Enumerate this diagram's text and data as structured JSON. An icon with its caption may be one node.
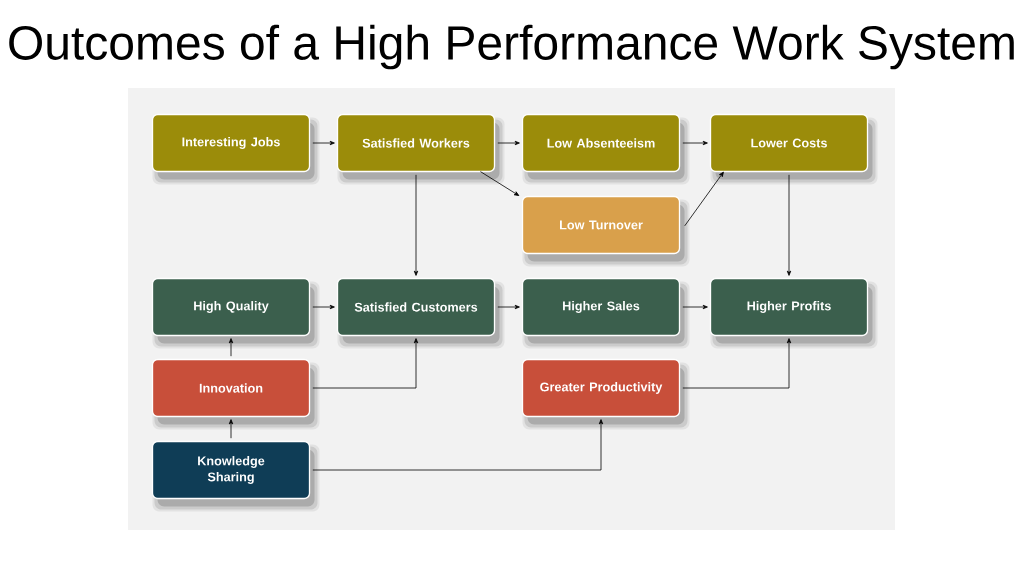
{
  "diagram": {
    "title": "Outcomes of a High Performance Work System",
    "nodes": [
      {
        "text": [
          "Interesting Jobs"
        ]
      },
      {
        "text": [
          "Satisfied Workers"
        ]
      },
      {
        "text": [
          "Low Absenteeism"
        ]
      },
      {
        "text": [
          "Lower Costs"
        ]
      },
      {
        "text": [
          "Low Turnover"
        ]
      },
      {
        "text": [
          "High Quality"
        ]
      },
      {
        "text": [
          "Satisfied Customers"
        ]
      },
      {
        "text": [
          "Higher Sales"
        ]
      },
      {
        "text": [
          "Higher Profits"
        ]
      },
      {
        "text": [
          "Innovation"
        ]
      },
      {
        "text": [
          "Greater Productivity"
        ]
      },
      {
        "text": [
          "Knowledge Sharing"
        ]
      }
    ],
    "edges": [
      {
        "from": 0,
        "to": 1,
        "arrow": "to"
      },
      {
        "from": 1,
        "to": 2,
        "arrow": "to"
      },
      {
        "from": 2,
        "to": 3,
        "arrow": "to"
      },
      {
        "from": 1,
        "to": 4,
        "arrow": "to"
      },
      {
        "from": 1,
        "to": 6,
        "arrow": "to"
      },
      {
        "from": 4,
        "to": 3,
        "arrow": "to"
      },
      {
        "from": 3,
        "to": 8,
        "arrow": "to"
      },
      {
        "from": 5,
        "to": 6,
        "arrow": "to"
      },
      {
        "from": 6,
        "to": 7,
        "arrow": "to"
      },
      {
        "from": 7,
        "to": 8,
        "arrow": "to"
      },
      {
        "from": 9,
        "to": 5,
        "arrow": "to"
      },
      {
        "from": 9,
        "to": 6,
        "arrow": "to"
      },
      {
        "from": 10,
        "to": 8,
        "arrow": "to"
      },
      {
        "from": 11,
        "to": 9,
        "arrow": "to"
      },
      {
        "from": 11,
        "to": 10,
        "arrow": "to"
      }
    ]
  }
}
